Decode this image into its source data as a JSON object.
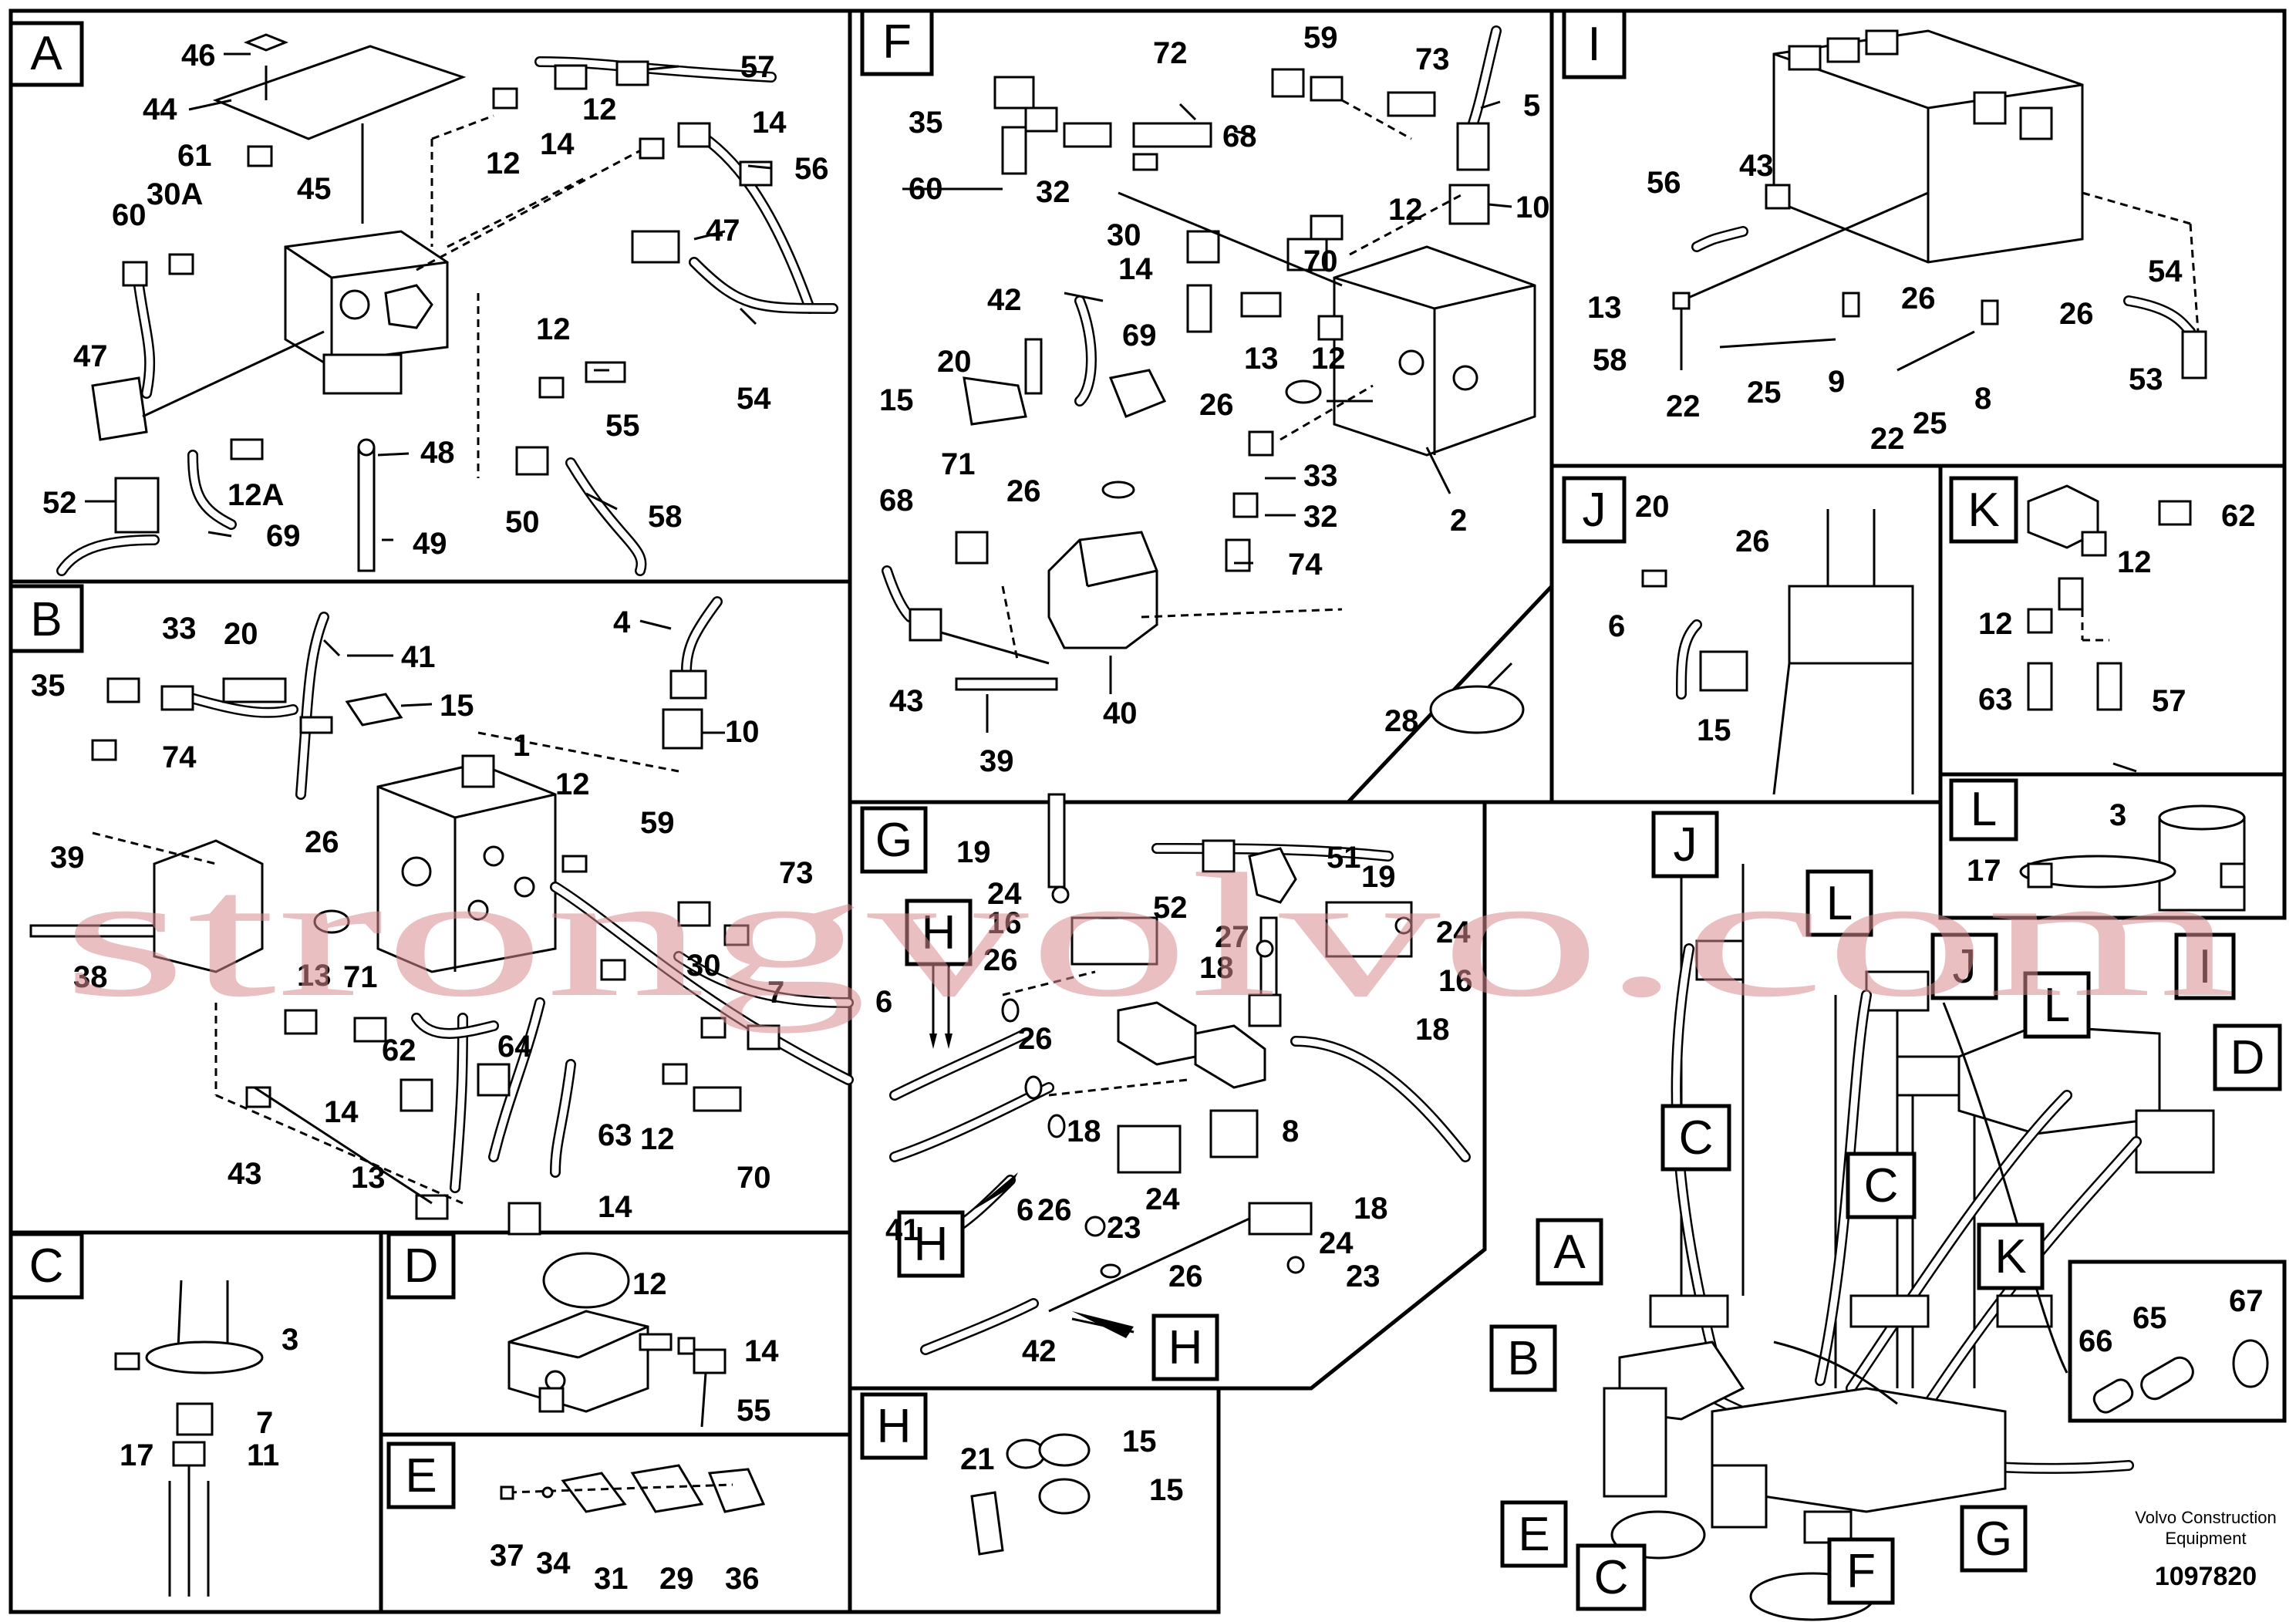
{
  "sections": {
    "A": "A",
    "B": "B",
    "C": "C",
    "D": "D",
    "E": "E",
    "F": "F",
    "G": "G",
    "H": "H",
    "I": "I",
    "J": "J",
    "K": "K",
    "L": "L"
  },
  "labels": {
    "A": [
      "46",
      "44",
      "61",
      "57",
      "12",
      "14",
      "12",
      "14",
      "56",
      "45",
      "30A",
      "60",
      "47",
      "47",
      "12",
      "55",
      "54",
      "48",
      "52",
      "12A",
      "69",
      "50",
      "58",
      "49"
    ],
    "B": [
      "33",
      "20",
      "41",
      "15",
      "4",
      "35",
      "74",
      "10",
      "1",
      "12",
      "59",
      "73",
      "26",
      "39",
      "38",
      "13",
      "71",
      "62",
      "30",
      "7",
      "64",
      "14",
      "43",
      "13",
      "63",
      "12",
      "70",
      "14"
    ],
    "C": [
      "3",
      "7",
      "17",
      "11"
    ],
    "D": [
      "12",
      "14",
      "55"
    ],
    "E": [
      "37",
      "34",
      "31",
      "29",
      "36"
    ],
    "F": [
      "59",
      "72",
      "73",
      "35",
      "68",
      "5",
      "60",
      "32",
      "30",
      "12",
      "10",
      "14",
      "70",
      "42",
      "69",
      "13",
      "12",
      "20",
      "15",
      "26",
      "26",
      "71",
      "68",
      "33",
      "32",
      "2",
      "74",
      "43",
      "40",
      "39"
    ],
    "G": [
      "19",
      "51",
      "52",
      "19",
      "24",
      "16",
      "24",
      "27",
      "26",
      "18",
      "16",
      "6",
      "26",
      "18",
      "41",
      "18",
      "6",
      "26",
      "24",
      "23",
      "8",
      "18",
      "24",
      "23",
      "42",
      "26"
    ],
    "H": [
      "21",
      "15",
      "15"
    ],
    "I": [
      "56",
      "43",
      "13",
      "26",
      "26",
      "54",
      "58",
      "22",
      "25",
      "9",
      "22",
      "25",
      "8",
      "53"
    ],
    "J": [
      "20",
      "26",
      "6",
      "15"
    ],
    "K": [
      "62",
      "12",
      "12",
      "63",
      "57"
    ],
    "L": [
      "3",
      "17"
    ],
    "extra": [
      "28"
    ],
    "overview": [
      "J",
      "L",
      "J",
      "L",
      "I",
      "D",
      "C",
      "C",
      "K",
      "A",
      "B",
      "E",
      "G",
      "F",
      "C"
    ],
    "callout": [
      "66",
      "65",
      "67"
    ],
    "h_markers": [
      "H",
      "H",
      "H"
    ]
  },
  "footer": {
    "brand_line1": "Volvo Construction",
    "brand_line2": "Equipment",
    "drawing_number": "1097820"
  },
  "watermark": "strongvolvo.com"
}
